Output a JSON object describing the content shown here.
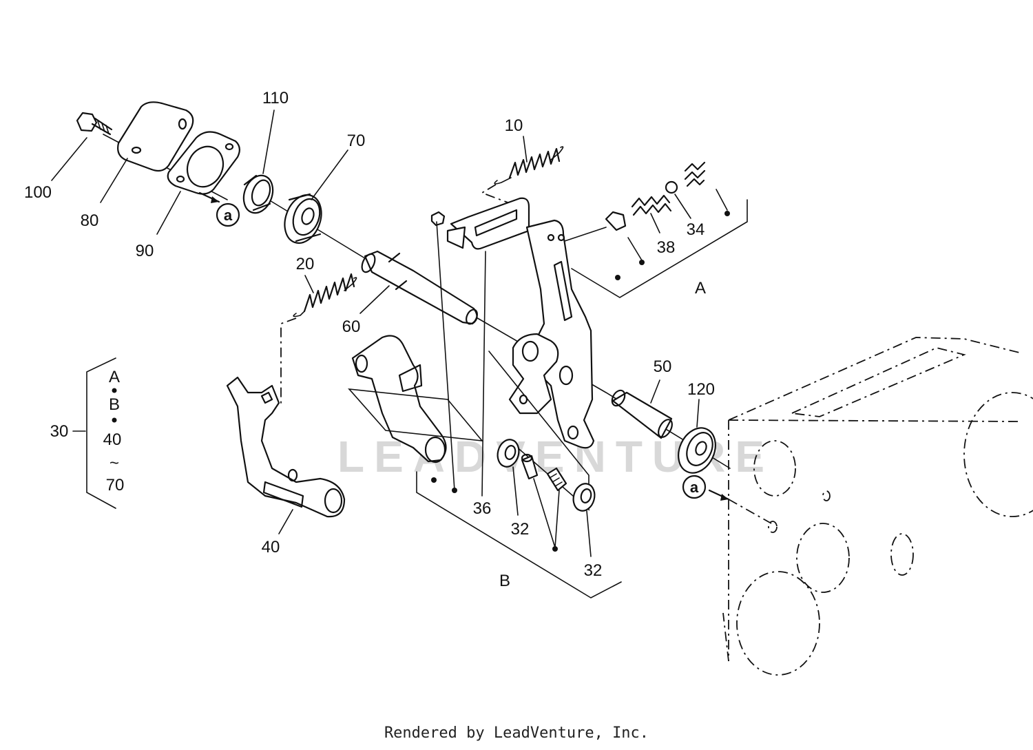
{
  "labels": {
    "p100": "100",
    "p80": "80",
    "p90": "90",
    "p110": "110",
    "p70": "70",
    "p10": "10",
    "p20": "20",
    "p60": "60",
    "p36": "36",
    "p38": "38",
    "p34": "34",
    "p50": "50",
    "p120": "120",
    "p40": "40",
    "p32a": "32",
    "p32b": "32",
    "p30": "30"
  },
  "group_letters": {
    "a": "A",
    "b": "B"
  },
  "ref_marks": {
    "mark1": "a",
    "mark2": "a"
  },
  "assembly_30_list": {
    "l1": "A",
    "l2": "B",
    "l3": "40",
    "tilde": "~",
    "l4": "70"
  },
  "watermark": "LEADVENTURE",
  "footer": "Rendered by LeadVenture, Inc."
}
